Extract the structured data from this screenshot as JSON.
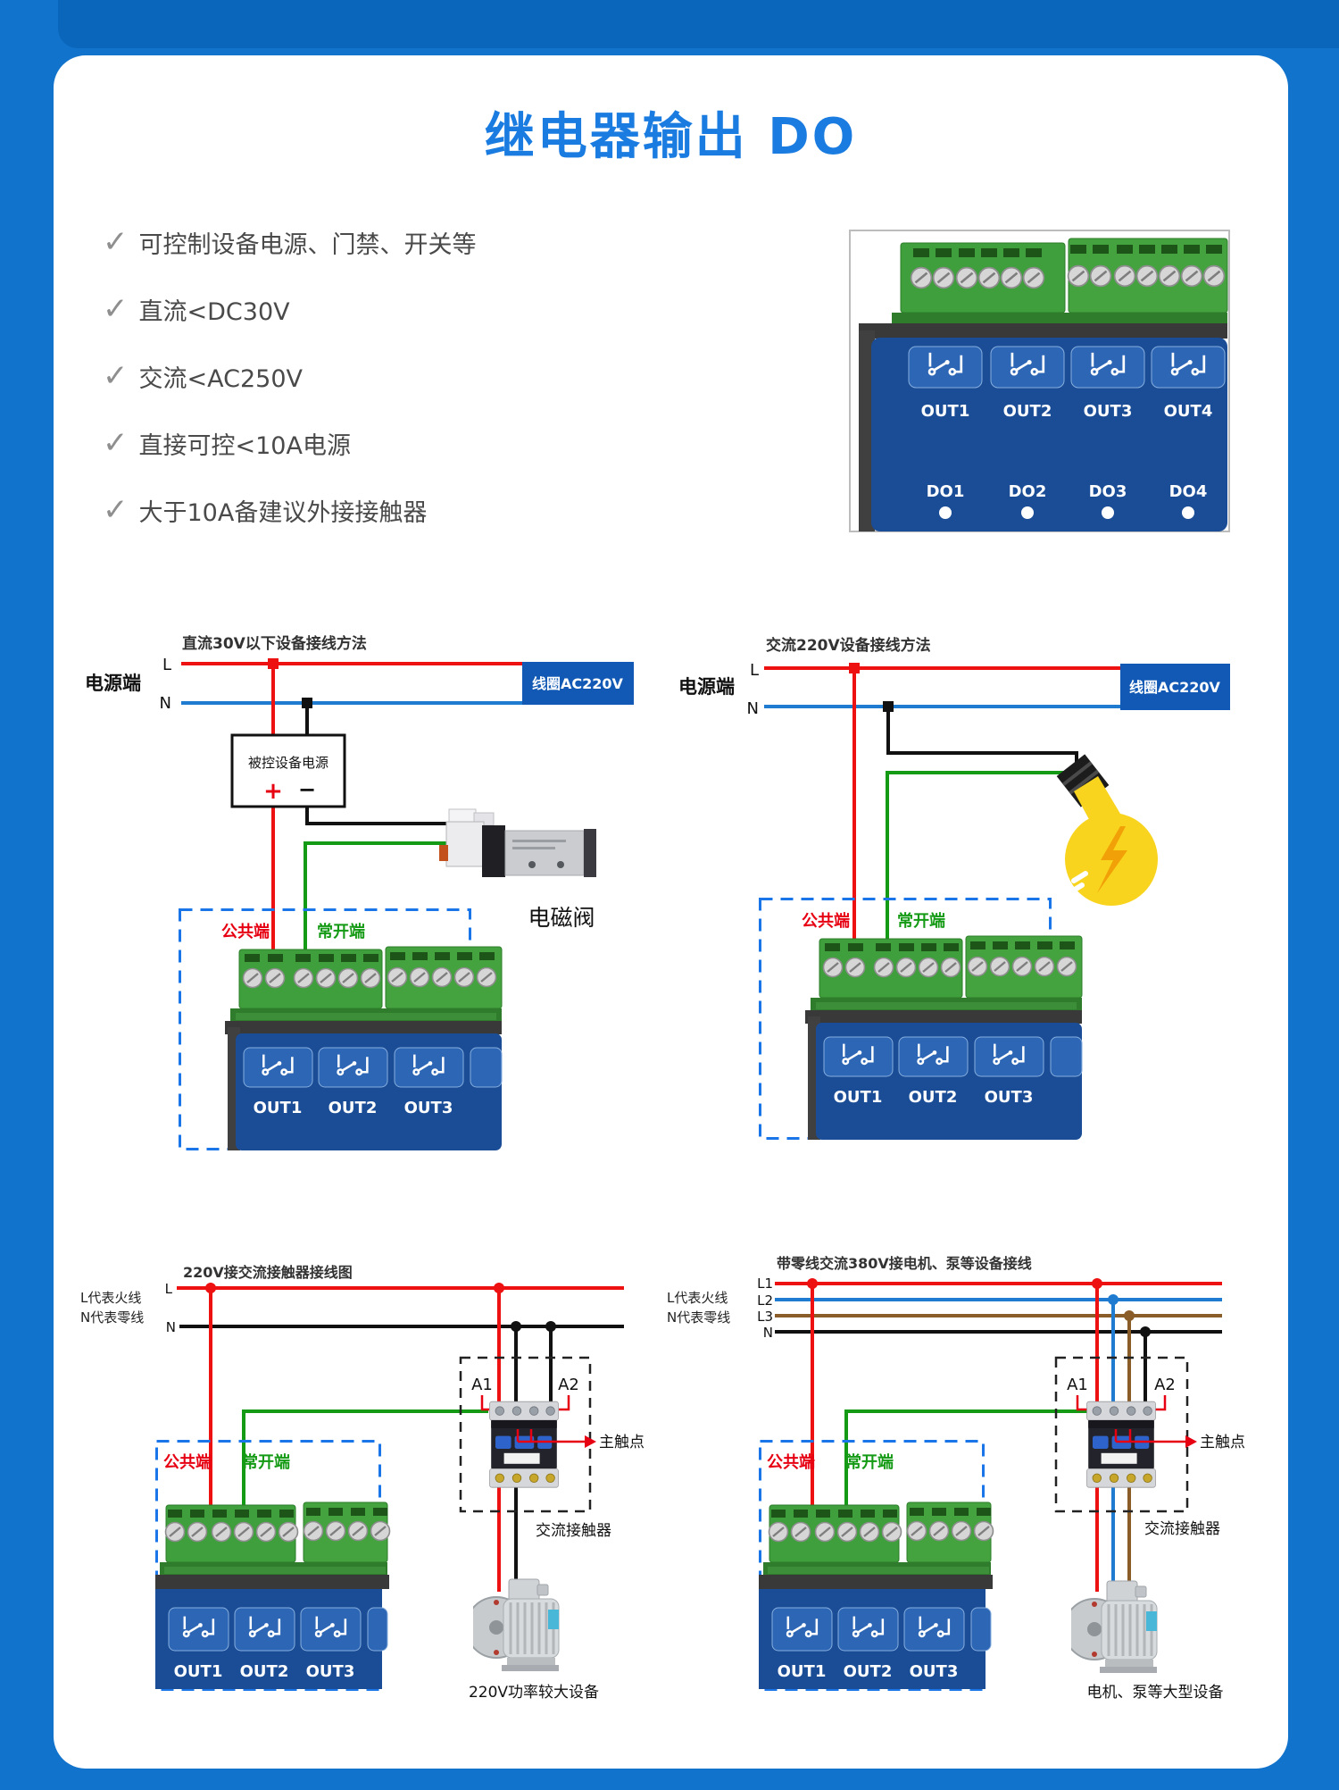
{
  "page": {
    "title": "继电器输出 DO"
  },
  "features": [
    "可控制设备电源、门禁、开关等",
    "直流<DC30V",
    "交流<AC250V",
    "直接可控<10A电源",
    "大于10A备建议外接接触器"
  ],
  "photo": {
    "outputs": [
      "OUT1",
      "OUT2",
      "OUT3",
      "OUT4"
    ],
    "indicators": [
      "DO1",
      "DO2",
      "DO3",
      "DO4"
    ]
  },
  "module": {
    "common": "公共端",
    "open": "常开端",
    "outputs": [
      "OUT1",
      "OUT2",
      "OUT3"
    ]
  },
  "d1": {
    "title": "直流30V以下设备接线方法",
    "power": "电源端",
    "l": "L",
    "n": "N",
    "coil": "线圈AC220V",
    "box": "被控设备电源",
    "plus": "+",
    "minus": "−",
    "valve": "电磁阀"
  },
  "d2": {
    "title": "交流220V设备接线方法",
    "power": "电源端",
    "l": "L",
    "n": "N",
    "coil": "线圈AC220V"
  },
  "d3": {
    "title": "220V接交流接触器接线图",
    "legend_l": "L代表火线",
    "legend_n": "N代表零线",
    "l": "L",
    "n": "N",
    "a1": "A1",
    "a2": "A2",
    "main_contact": "主触点",
    "contactor": "交流接触器",
    "device": "220V功率较大设备"
  },
  "d4": {
    "title": "带零线交流380V接电机、泵等设备接线",
    "legend_l": "L代表火线",
    "legend_n": "N代表零线",
    "l1": "L1",
    "l2": "L2",
    "l3": "L3",
    "n": "N",
    "a1": "A1",
    "a2": "A2",
    "main_contact": "主触点",
    "contactor": "交流接触器",
    "device": "电机、泵等大型设备"
  },
  "colors": {
    "background": "#1173cb",
    "title_blue": "#1a7ce0",
    "coil_box_blue": "#1159b4",
    "line_red": "#ed1111",
    "line_blue": "#1e7bd0",
    "wire_green": "#149a14",
    "wire_brown": "#8a5c28",
    "dashed_blue": "#1a75e8",
    "panel_blue": "#1b4d96",
    "terminal_green": "#3f9f3c"
  }
}
